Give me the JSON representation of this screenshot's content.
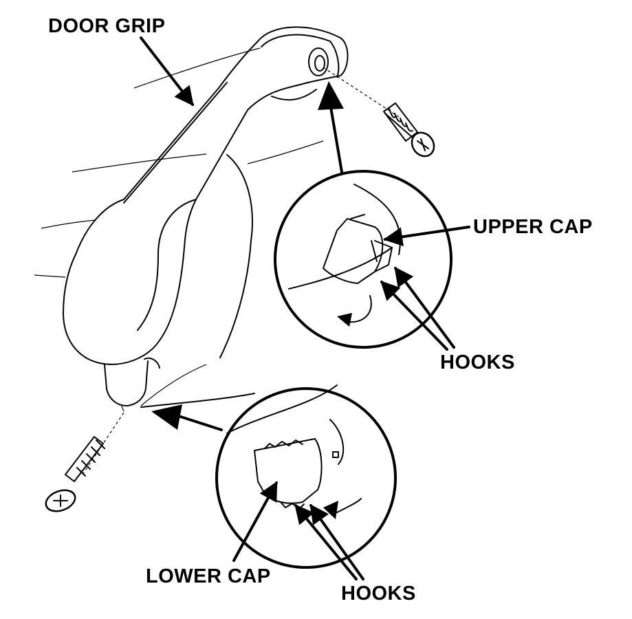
{
  "labels": {
    "door_grip": "DOOR GRIP",
    "upper_cap": "UPPER CAP",
    "hooks_upper": "HOOKS",
    "lower_cap": "LOWER CAP",
    "hooks_lower": "HOOKS"
  },
  "icons": {
    "screw_upper": "screw-icon",
    "screw_lower": "screw-icon",
    "rotate_upper": "rotate-arrow-icon",
    "rotate_lower": "rotate-arrow-icon"
  }
}
